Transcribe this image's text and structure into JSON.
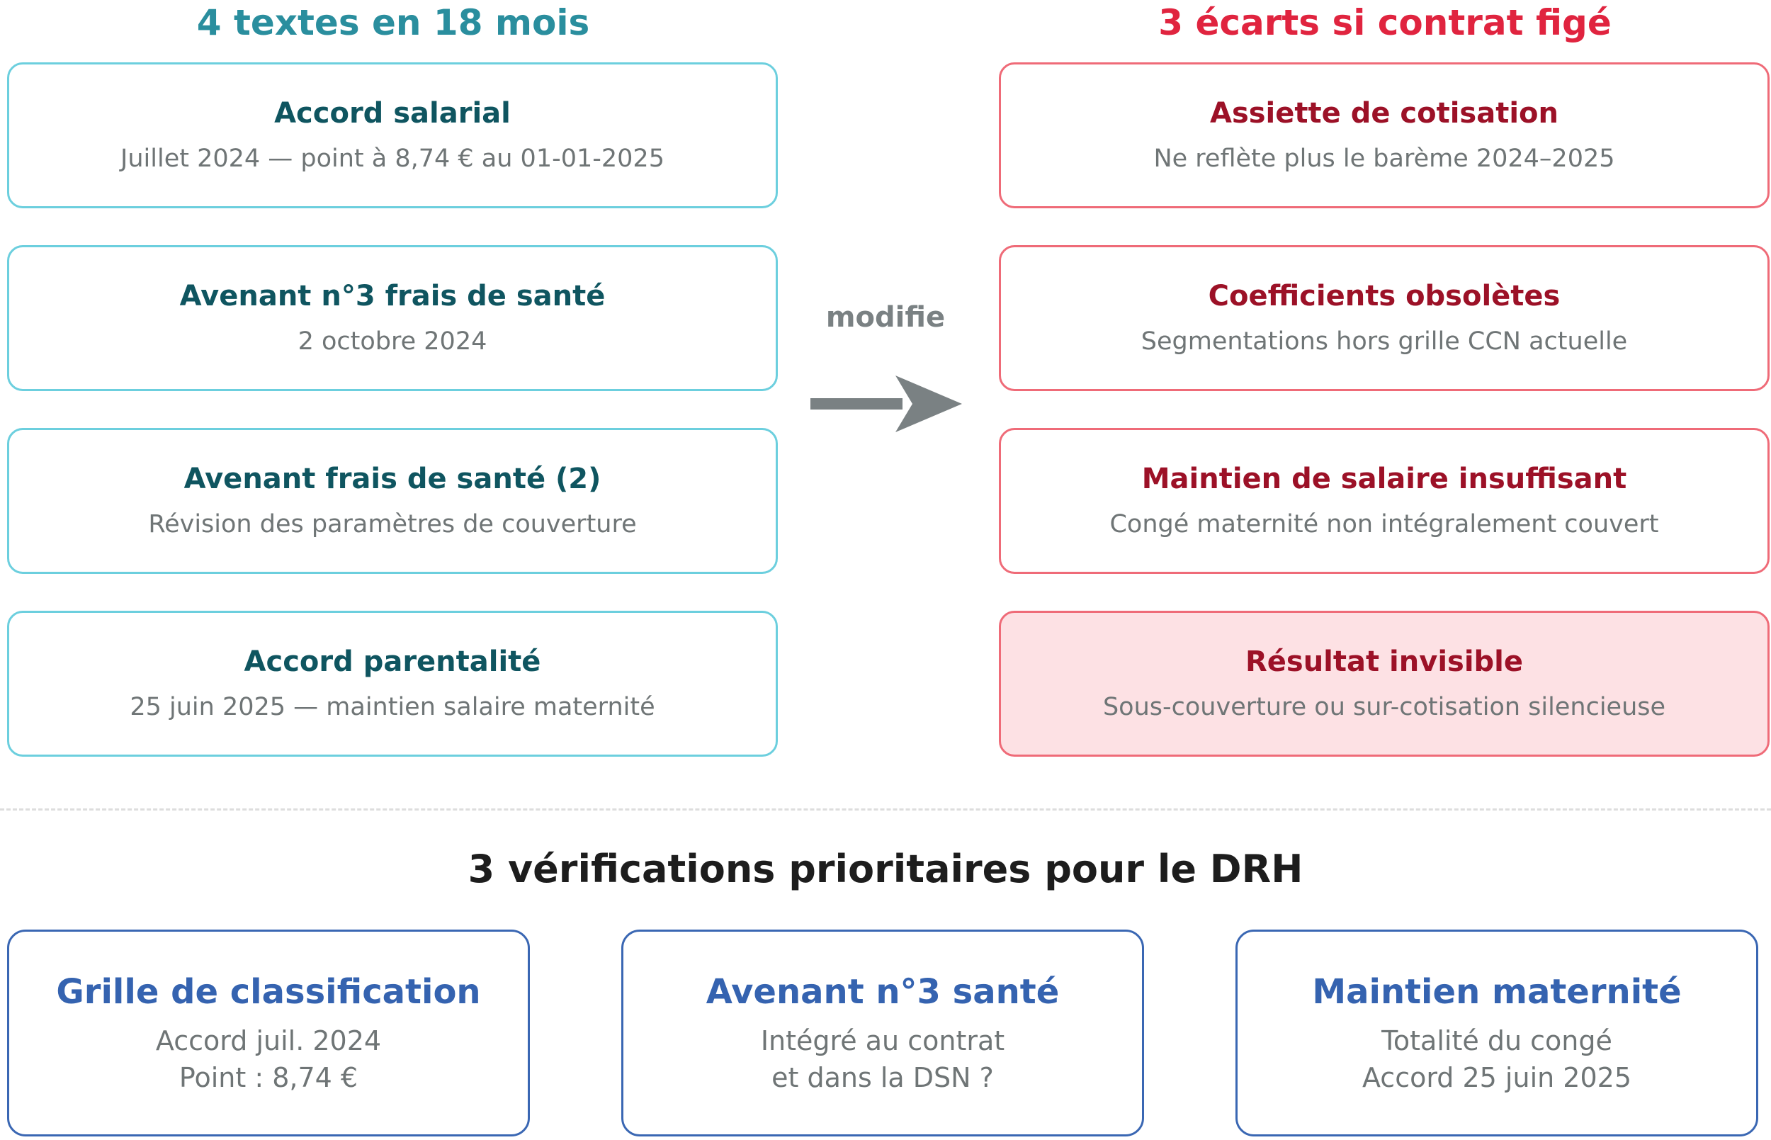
{
  "left_column": {
    "title": "4 textes en 18 mois",
    "items": [
      {
        "title": "Accord salarial",
        "subtitle": "Juillet 2024 — point à 8,74 € au 01-01-2025"
      },
      {
        "title": "Avenant n°3 frais de santé",
        "subtitle": "2 octobre 2024"
      },
      {
        "title": "Avenant frais de santé (2)",
        "subtitle": "Révision des paramètres de couverture"
      },
      {
        "title": "Accord parentalité",
        "subtitle": "25 juin 2025 — maintien salaire maternité"
      }
    ]
  },
  "connector": {
    "label": "modifie",
    "icon": "arrow-right-icon",
    "color": "#7a8183"
  },
  "right_column": {
    "title": "3 écarts si contrat figé",
    "items": [
      {
        "title": "Assiette de cotisation",
        "subtitle": "Ne reflète plus le barème 2024–2025"
      },
      {
        "title": "Coefficients obsolètes",
        "subtitle": "Segmentations hors grille CCN actuelle"
      },
      {
        "title": "Maintien de salaire insuffisant",
        "subtitle": "Congé maternité non intégralement couvert"
      },
      {
        "title": "Résultat invisible",
        "subtitle": "Sous-couverture ou sur-cotisation silencieuse"
      }
    ]
  },
  "bottom": {
    "title": "3 vérifications prioritaires pour le DRH",
    "cards": [
      {
        "title": "Grille de classification",
        "line1": "Accord juil. 2024",
        "line2": "Point : 8,74 €"
      },
      {
        "title": "Avenant n°3 santé",
        "line1": "Intégré au contrat",
        "line2": "et dans la DSN ?"
      },
      {
        "title": "Maintien maternité",
        "line1": "Totalité du congé",
        "line2": "Accord 25 juin 2025"
      }
    ]
  },
  "colors": {
    "left_accent": "#2a8e9e",
    "right_accent": "#e0243f",
    "bottom_accent": "#3563b0",
    "highlight_fill": "#fde1e4"
  }
}
